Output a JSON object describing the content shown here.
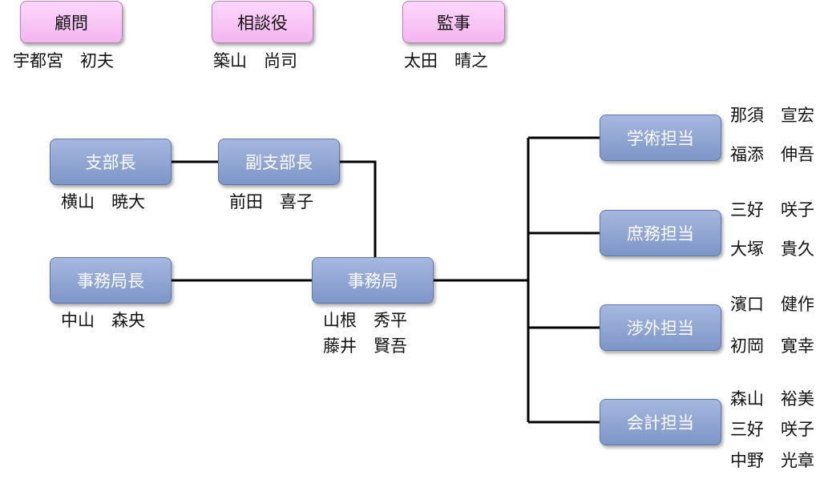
{
  "advisors": [
    {
      "title": "顧問",
      "person": "宇都宮　初夫"
    },
    {
      "title": "相談役",
      "person": "築山　尚司"
    },
    {
      "title": "監事",
      "person": "太田　晴之"
    }
  ],
  "branch_head": {
    "title": "支部長",
    "person": "横山　暁大"
  },
  "vice_branch_head": {
    "title": "副支部長",
    "person": "前田　喜子"
  },
  "office_head": {
    "title": "事務局長",
    "person": "中山　森央"
  },
  "office": {
    "title": "事務局",
    "members": [
      "山根　秀平",
      "藤井　賢吾"
    ]
  },
  "departments": [
    {
      "title": "学術担当",
      "members": [
        "那須　宣宏",
        "福添　伸吾"
      ]
    },
    {
      "title": "庶務担当",
      "members": [
        "三好　咲子",
        "大塚　貴久"
      ]
    },
    {
      "title": "渉外担当",
      "members": [
        "濱口　健作",
        "初岡　寛幸"
      ]
    },
    {
      "title": "会計担当",
      "members": [
        "森山　裕美",
        "三好　咲子",
        "中野　光章"
      ]
    }
  ],
  "colors": {
    "advisor_box": "#f6bff2",
    "unit_box": "#8ea4d4",
    "line": "#000000"
  }
}
